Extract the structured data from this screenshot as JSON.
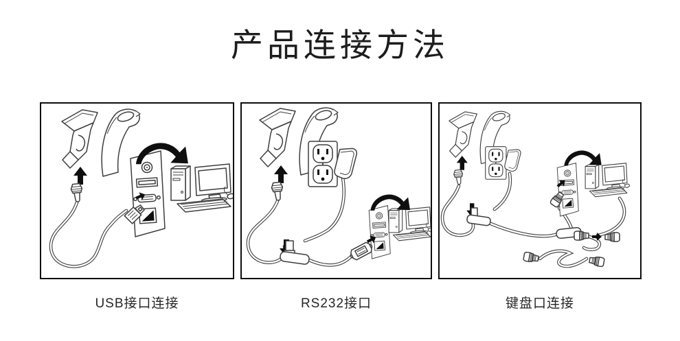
{
  "page": {
    "title": "产品连接方法",
    "background": "#ffffff",
    "ink_color": "#3d3d3d",
    "arrow_color": "#0f0f0f",
    "border_color": "#0d0d0d"
  },
  "panels": [
    {
      "id": "usb",
      "caption": "USB接口连接",
      "elements": [
        "barcode-scanner-cradle",
        "barcode-scanner-wand",
        "up-arrow",
        "cable-plug",
        "usb-cable",
        "usb-plug",
        "computer-io-panel",
        "ps2-port",
        "usb-port",
        "serial-port",
        "ethernet-port",
        "rotate-arrow",
        "desktop-computer"
      ]
    },
    {
      "id": "rs232",
      "caption": "RS232接口",
      "elements": [
        "barcode-scanner-cradle",
        "barcode-scanner-wand",
        "up-arrow",
        "cable-plug",
        "wall-outlet",
        "power-adapter",
        "down-arrow",
        "power-junction",
        "serial-cable",
        "db9-connector",
        "computer-io-panel",
        "rotate-arrow",
        "desktop-computer"
      ]
    },
    {
      "id": "keyboard",
      "caption": "键盘口连接",
      "elements": [
        "barcode-scanner-cradle",
        "barcode-scanner-wand",
        "up-arrow",
        "cable-plug",
        "wall-outlet",
        "power-adapter",
        "down-arrow",
        "power-junction",
        "y-splitter-cable",
        "ferrite-block",
        "ps2-plug",
        "computer-io-panel",
        "rotate-arrow",
        "desktop-computer",
        "keyboard-cable",
        "ps2-connector-pair"
      ]
    }
  ]
}
